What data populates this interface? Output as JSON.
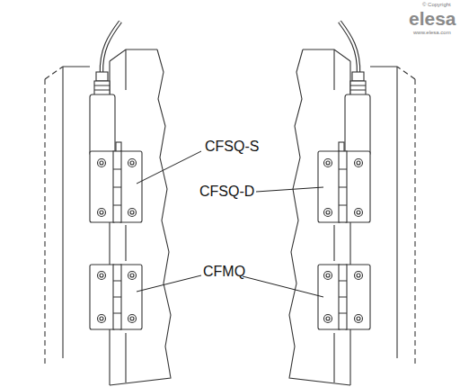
{
  "diagram": {
    "labels": [
      "© Copyright",
      "elesa",
      "www.elesa.com",
      "CFSQ-S",
      "CFSQ-D",
      "CFMQ"
    ]
  }
}
